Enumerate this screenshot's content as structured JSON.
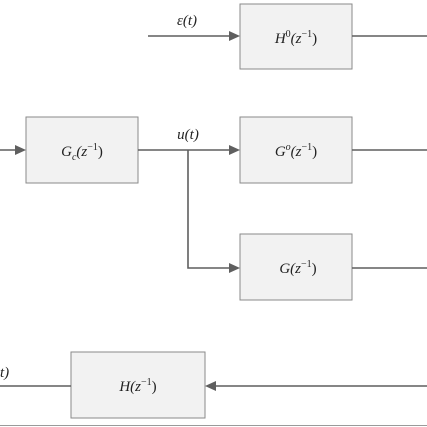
{
  "blocks": {
    "h0": {
      "name": "H",
      "sup": "0",
      "arg": "(z",
      "arg_sup": "−1",
      "close": ")"
    },
    "gc": {
      "name": "G",
      "sub": "c",
      "arg": "(z",
      "arg_sup": "−1",
      "close": ")"
    },
    "go": {
      "name": "G",
      "sup": "o",
      "arg": "(z",
      "arg_sup": "−1",
      "close": ")"
    },
    "g": {
      "name": "G",
      "arg": "(z",
      "arg_sup": "−1",
      "close": ")"
    },
    "h": {
      "name": "H",
      "arg": "(z",
      "arg_sup": "−1",
      "close": ")"
    }
  },
  "signals": {
    "epsilon": "ε(t)",
    "u": "u(t)",
    "bottom_left": "t)"
  },
  "colors": {
    "block_fill": "#f2f2f2",
    "block_border": "#8a8a8a",
    "wire": "#5f5f5f"
  }
}
